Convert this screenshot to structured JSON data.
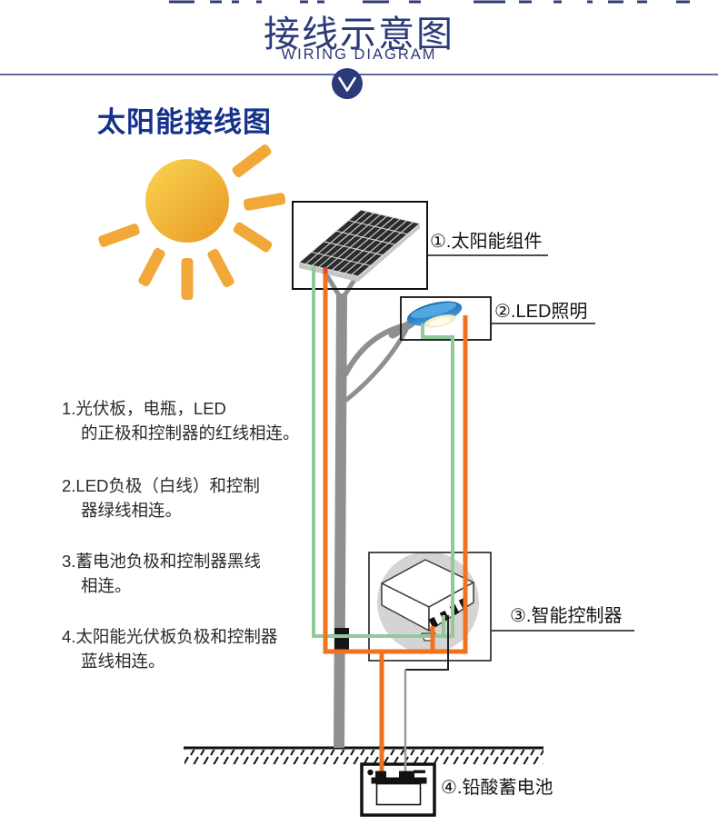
{
  "header": {
    "title": "接线示意图",
    "subtitle": "WIRING DIAGRAM"
  },
  "section": {
    "heading": "太阳能接线图"
  },
  "instructions": [
    {
      "line1": "1.光伏板，电瓶，LED",
      "line2": "的正极和控制器的红线相连。"
    },
    {
      "line1": "2.LED负极（白线）和控制",
      "line2": "器绿线相连。"
    },
    {
      "line1": "3.蓄电池负极和控制器黑线",
      "line2": "相连。"
    },
    {
      "line1": "4.太阳能光伏板负极和控制器",
      "line2": "蓝线相连。"
    }
  ],
  "labels": {
    "solar": "①.太阳能组件",
    "led": "②.LED照明",
    "controller": "③.智能控制器",
    "battery": "④.铅酸蓄电池"
  },
  "icons": {
    "divider_chevron": "chevron-down in navy circle",
    "sun": "sun with 7 rays",
    "battery_plus": "dot",
    "battery_minus": "minus bar"
  },
  "colors": {
    "navy": "#2b3a78",
    "heading_blue": "#15328c",
    "text_dark": "#2a2a2a",
    "ink": "#141414",
    "wire_green": "#8fca9b",
    "wire_orange": "#f2711c",
    "wire_red": "#e8413a",
    "wire_gray": "#9a9a9a",
    "pole_gray": "#8f8f8f",
    "sun_yellow": "#f8d54f",
    "sun_orange": "#ea9724",
    "ray_orange": "#f1a838",
    "lamp_blue_dark": "#1460a8",
    "lamp_blue_light": "#4aa0dc",
    "lens_cream": "#f3edc5",
    "controller_gray": "#d4d4d4"
  }
}
